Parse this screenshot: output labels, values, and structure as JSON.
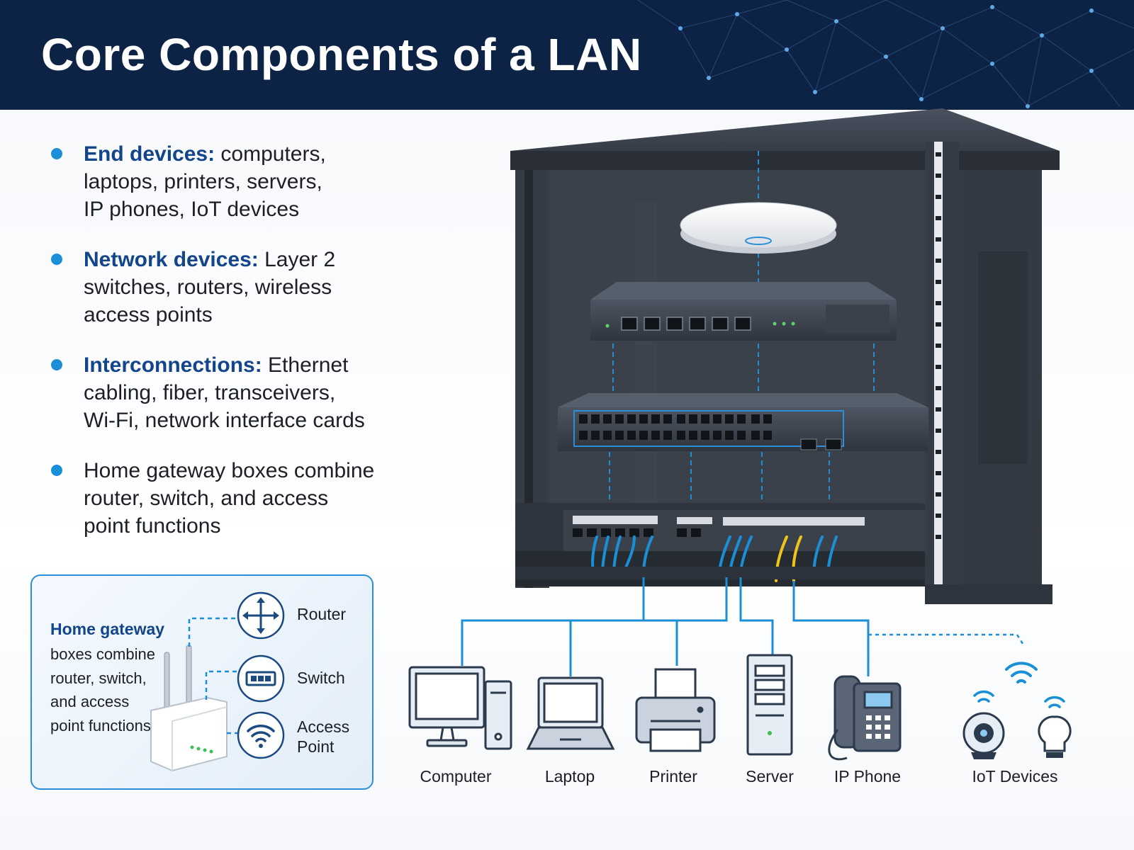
{
  "title": "Core Components of a LAN",
  "bullets": [
    {
      "term": "End devices:",
      "desc": "computers,\nlaptops, printers, servers,\nIP phones, IoT devices"
    },
    {
      "term": "Network devices:",
      "desc": "Layer 2\nswitches, routers, wireless\naccess points"
    },
    {
      "term": "Interconnections:",
      "desc": "Ethernet\ncabling, fiber, transceivers,\nWi-Fi, network interface cards"
    },
    {
      "term": "",
      "desc": "Home gateway boxes combine\nrouter, switch, and access\npoint functions"
    }
  ],
  "gateway": {
    "title": "Home gateway",
    "text": "boxes combine\nrouter, switch,\nand access\npoint functions",
    "functions": [
      "Router",
      "Switch",
      "Access\nPoint"
    ]
  },
  "devices": [
    "Computer",
    "Laptop",
    "Printer",
    "Server",
    "IP Phone",
    "IoT Devices"
  ],
  "colors": {
    "header": "#0d2345",
    "accent": "#1a8fd6",
    "term": "#12458a",
    "cable_blue": "#1a8fd6",
    "cable_yellow": "#f0c419"
  }
}
